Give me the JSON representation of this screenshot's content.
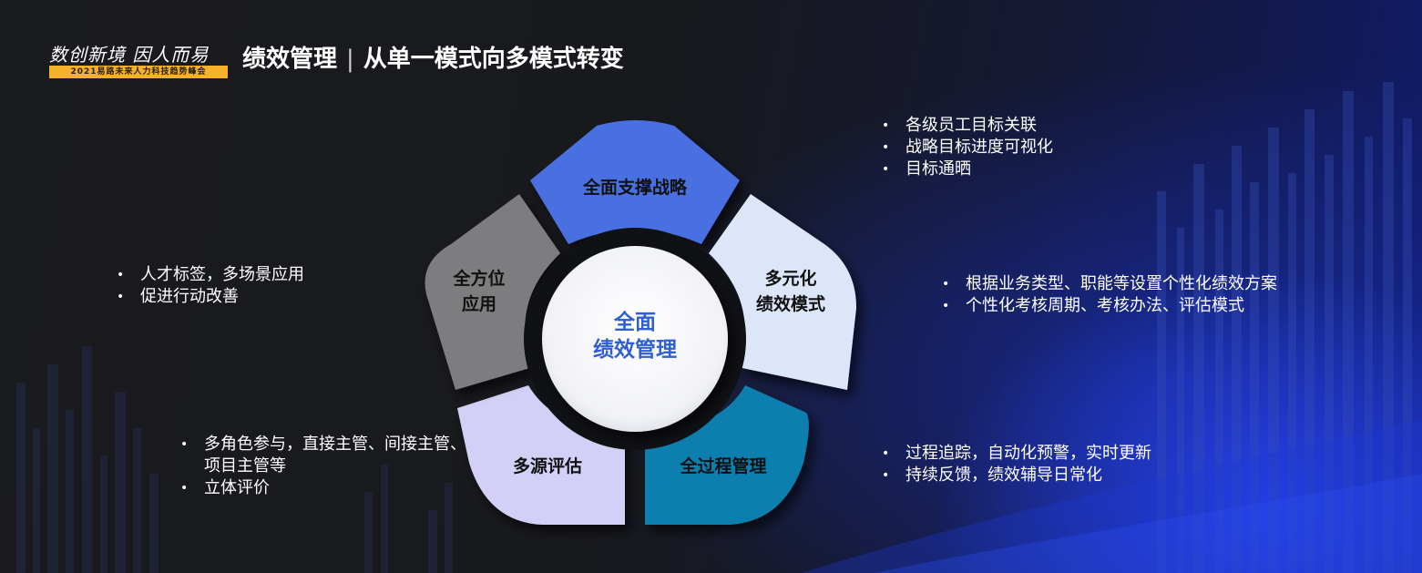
{
  "logo": {
    "title": "数创新境 因人而易",
    "subtitle": "2021易路未来人力科技趋势峰会"
  },
  "header": {
    "title_left": "绩效管理",
    "separator": "|",
    "title_right": "从单一模式向多模式转变"
  },
  "diagram": {
    "center": {
      "line1": "全面",
      "line2": "绩效管理"
    },
    "segments": [
      {
        "line1": "全面支撑战略",
        "line2": ""
      },
      {
        "line1": "多元化",
        "line2": "绩效模式"
      },
      {
        "line1": "全过程管理",
        "line2": ""
      },
      {
        "line1": "多源评估",
        "line2": ""
      },
      {
        "line1": "全方位",
        "line2": "应用"
      }
    ],
    "colors": {
      "strategy": "#4a6fe0",
      "diversified": "#dde6f8",
      "process": "#0e7fae",
      "multisource": "#d3d0f7",
      "application": "#7d7d7f"
    }
  },
  "bullets": {
    "top": [
      "各级员工目标关联",
      "战略目标进度可视化",
      "目标通晒"
    ],
    "right": [
      "根据业务类型、职能等设置个性化绩效方案",
      "个性化考核周期、考核办法、评估模式"
    ],
    "left": [
      "人才标签，多场景应用",
      "促进行动改善"
    ],
    "bottom_left": [
      "多角色参与，直接主管、间接主管、项目主管等",
      "立体评价"
    ],
    "bottom_right": [
      "过程追踪，自动化预警，实时更新",
      "持续反馈，绩效辅导日常化"
    ]
  }
}
